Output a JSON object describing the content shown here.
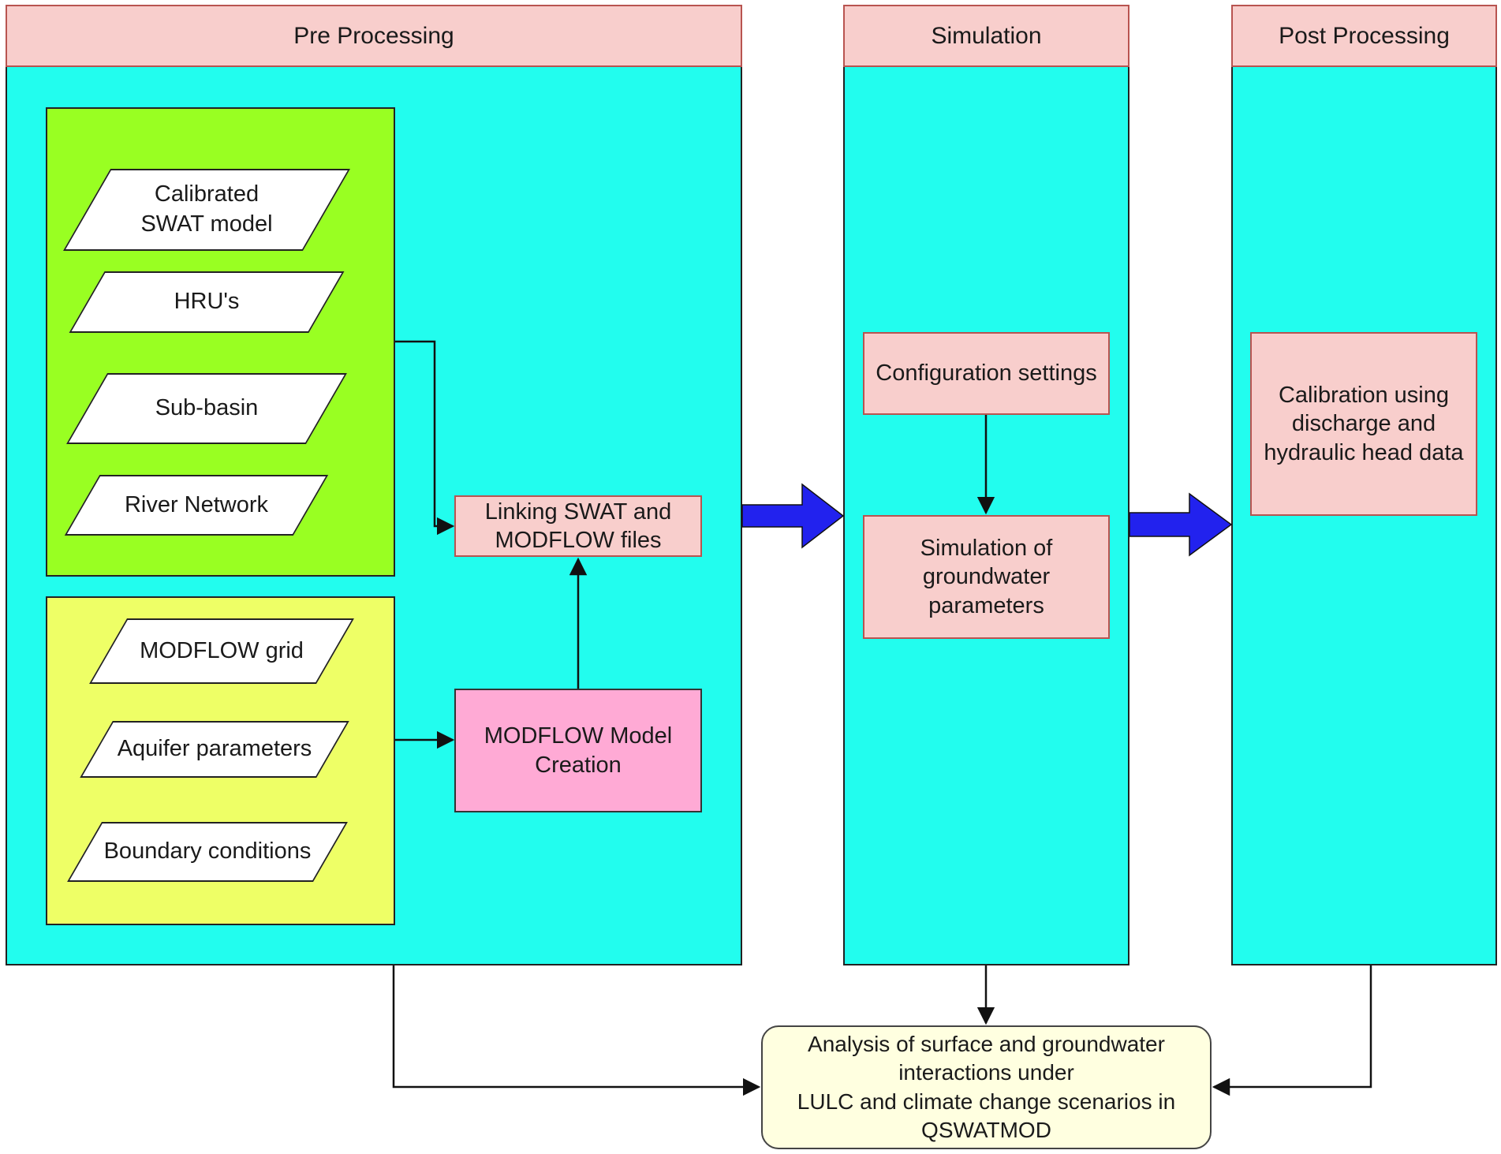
{
  "lanes": {
    "pre_processing": "Pre Processing",
    "simulation": "Simulation",
    "post_processing": "Post Processing"
  },
  "inputs_swat": {
    "calibrated_swat": "Calibrated\nSWAT model",
    "hrus": "HRU's",
    "sub_basin": "Sub-basin",
    "river_network": "River Network"
  },
  "inputs_modflow": {
    "modflow_grid": "MODFLOW grid",
    "aquifer_parameters": "Aquifer parameters",
    "boundary_conditions": "Boundary conditions"
  },
  "processes": {
    "linking_files": "Linking SWAT and\nMODFLOW files",
    "modflow_model_creation": "MODFLOW Model\nCreation",
    "configuration_settings": "Configuration settings",
    "simulation_groundwater": "Simulation of\ngroundwater\nparameters",
    "calibration": "Calibration using\ndischarge and\nhydraulic head data"
  },
  "output": {
    "analysis": "Analysis of surface and groundwater\ninteractions under\nLULC and climate change scenarios in\nQSWATMOD"
  },
  "colors": {
    "lane_header": "#f8cecc",
    "lane_body": "#22fdee",
    "swat_group": "#99ff22",
    "modflow_group": "#eeff66",
    "process_box": "#f8cecc",
    "modflow_box": "#ffaad5",
    "output_box": "#ffffe0",
    "big_arrow": "#2222ee"
  }
}
